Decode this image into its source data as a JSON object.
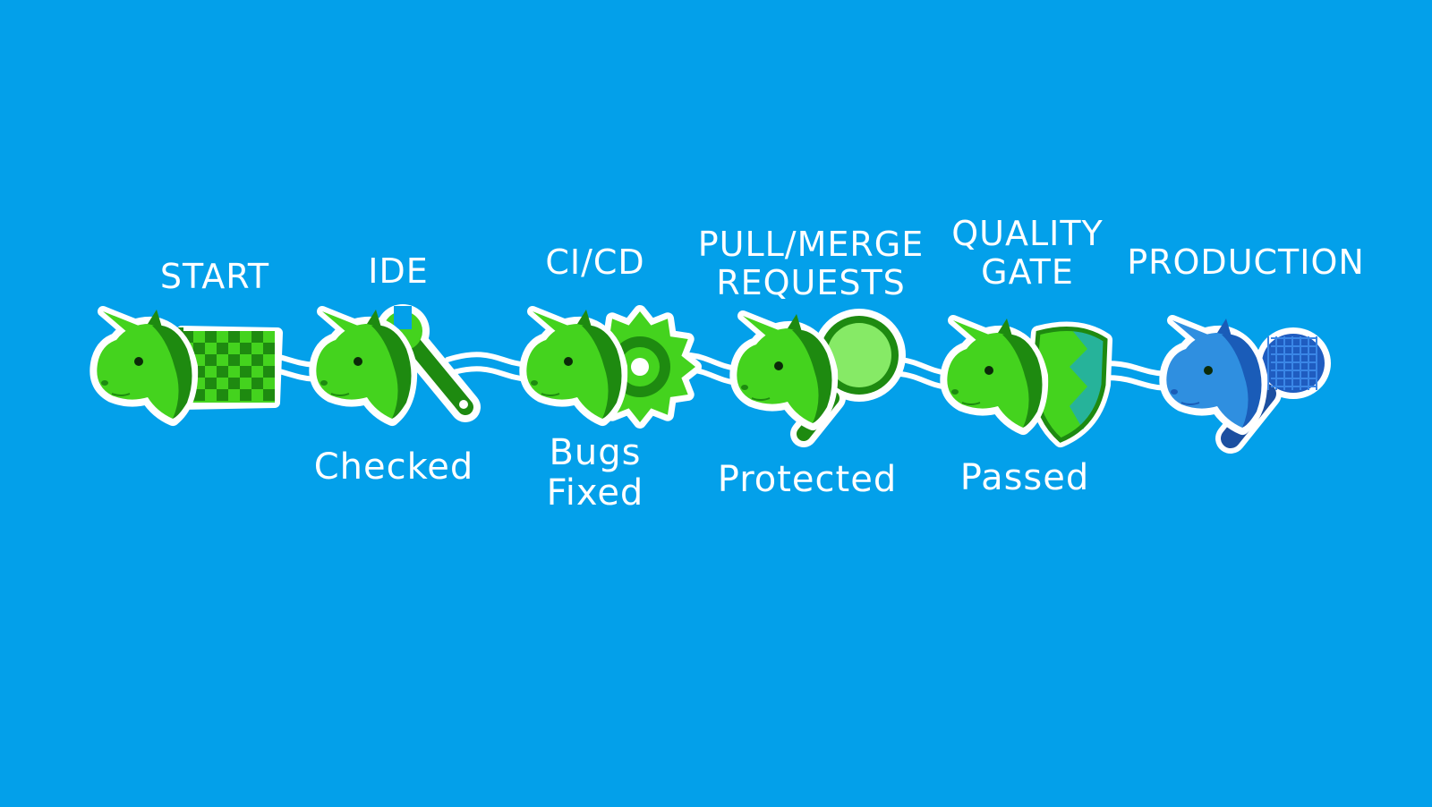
{
  "colors": {
    "background": "#03a0ea",
    "unicorn_green": "#44d31e",
    "unicorn_dark": "#1e8a10",
    "unicorn_blue": "#2f8fe0",
    "outline": "#ffffff",
    "track": "#ffffff"
  },
  "stages": [
    {
      "id": "start",
      "top": [
        "START"
      ],
      "bottom": [],
      "icon": "checkered-flag-icon",
      "status": "green"
    },
    {
      "id": "ide",
      "top": [
        "IDE"
      ],
      "bottom": [
        "Checked"
      ],
      "icon": "wrench-icon",
      "status": "green"
    },
    {
      "id": "cicd",
      "top": [
        "CI/CD"
      ],
      "bottom": [
        "Bugs",
        "Fixed"
      ],
      "icon": "gear-icon",
      "status": "green"
    },
    {
      "id": "pull",
      "top": [
        "PULL/MERGE",
        "REQUESTS"
      ],
      "bottom": [
        "Protected"
      ],
      "icon": "magnifier-icon",
      "status": "green"
    },
    {
      "id": "quality",
      "top": [
        "QUALITY",
        "GATE"
      ],
      "bottom": [
        "Passed"
      ],
      "icon": "shield-icon",
      "status": "green"
    },
    {
      "id": "production",
      "top": [
        "PRODUCTION"
      ],
      "bottom": [],
      "icon": "microphone-icon",
      "status": "blue"
    }
  ]
}
